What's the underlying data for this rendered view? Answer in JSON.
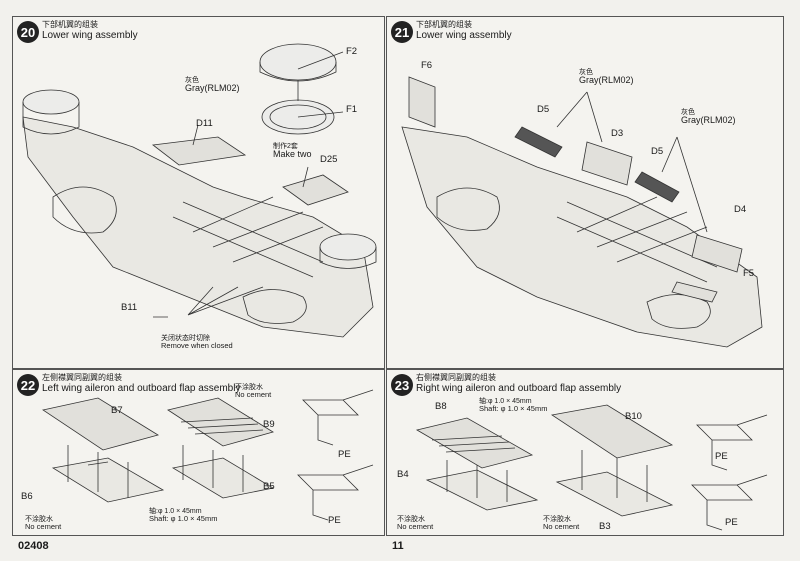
{
  "footer": {
    "product_code": "02408",
    "page_number": "11"
  },
  "steps": {
    "s20": {
      "number": "20",
      "title_cn": "下部机翼的组装",
      "title_en": "Lower wing assembly",
      "parts": {
        "f2": "F2",
        "f1": "F1",
        "d11": "D11",
        "d25": "D25",
        "b11": "B11"
      },
      "color_cn": "灰色",
      "color_en": "Gray(RLM02)",
      "make_cn": "制作2套",
      "make_en": "Make two",
      "remove_cn": "关闭状态时切除",
      "remove_en": "Remove when closed"
    },
    "s21": {
      "number": "21",
      "title_cn": "下部机翼的组装",
      "title_en": "Lower wing assembly",
      "parts": {
        "f6": "F6",
        "d5a": "D5",
        "d3": "D3",
        "d5b": "D5",
        "d4": "D4",
        "f5": "F5"
      },
      "color1_cn": "灰色",
      "color1_en": "Gray(RLM02)",
      "color2_cn": "灰色",
      "color2_en": "Gray(RLM02)"
    },
    "s22": {
      "number": "22",
      "title_cn": "左侧襟翼同副翼的组装",
      "title_en": "Left wing aileron and outboard flap assembly",
      "parts": {
        "b7": "B7",
        "b9": "B9",
        "b6": "B6",
        "b5": "B5",
        "pe1": "PE",
        "pe2": "PE"
      },
      "nocement1_cn": "不涂胶水",
      "nocement1_en": "No cement",
      "nocement2_cn": "不涂胶水",
      "nocement2_en": "No cement",
      "shaft_cn": "轴:φ 1.0 × 45mm",
      "shaft_en": "Shaft: φ 1.0 × 45mm"
    },
    "s23": {
      "number": "23",
      "title_cn": "右侧襟翼同副翼的组装",
      "title_en": "Right wing aileron and outboard flap assembly",
      "parts": {
        "b8": "B8",
        "b10": "B10",
        "b4": "B4",
        "b3": "B3",
        "pe1": "PE",
        "pe2": "PE"
      },
      "nocement1_cn": "不涂胶水",
      "nocement1_en": "No cement",
      "nocement2_cn": "不涂胶水",
      "nocement2_en": "No cement",
      "shaft_cn": "轴:φ 1.0 × 45mm",
      "shaft_en": "Shaft: φ 1.0 × 45mm"
    }
  }
}
